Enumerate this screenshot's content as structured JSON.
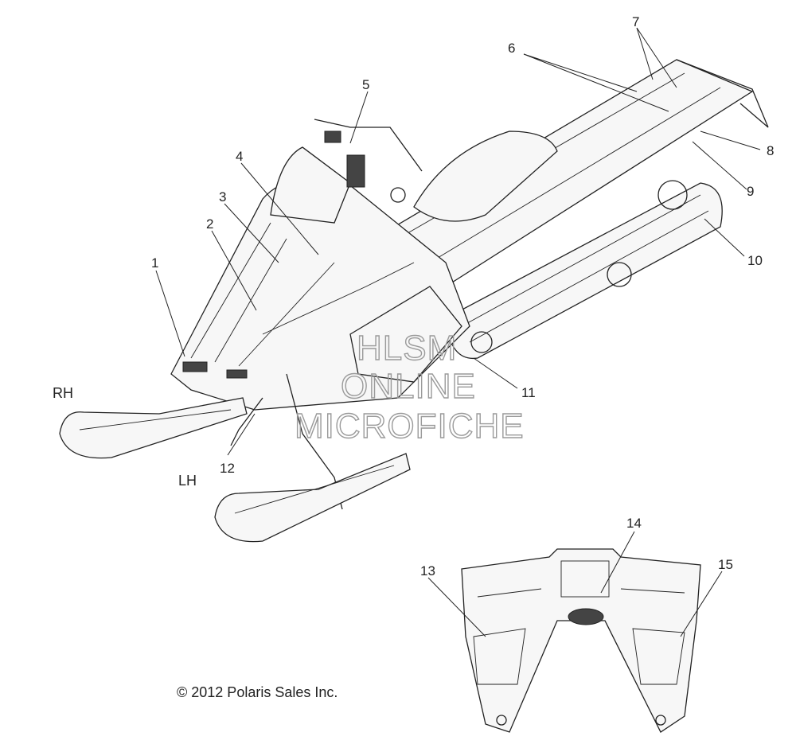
{
  "diagram": {
    "callouts": [
      "1",
      "2",
      "3",
      "4",
      "5",
      "6",
      "7",
      "8",
      "9",
      "10",
      "11",
      "12",
      "13",
      "14",
      "15"
    ],
    "side_labels": {
      "right": "RH",
      "left": "LH"
    },
    "copyright": "© 2012 Polaris Sales Inc.",
    "watermark": [
      "HLSM",
      "ONLINE",
      "MICROFICHE"
    ]
  }
}
